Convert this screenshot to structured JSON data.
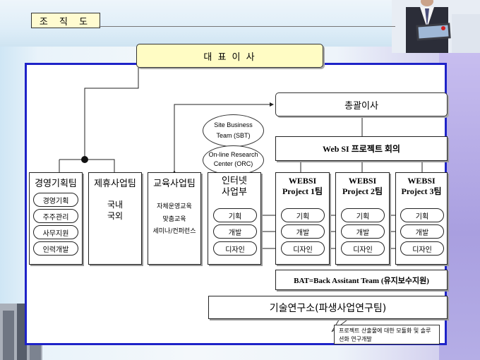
{
  "title": "조 직 도",
  "ceo": "대 표 이 사",
  "general_director": "총괄이사",
  "sbt": "Site Business Team (SBT)",
  "orc": "On-line Research Center (ORC)",
  "websi_meeting": "Web SI 프로젝트 회의",
  "departments": [
    {
      "name": "경영기획팀",
      "items": [
        "경영기획",
        "주주관리",
        "사무지원",
        "인력개발"
      ]
    },
    {
      "name": "제휴사업팀",
      "lines": [
        "국내",
        "국외"
      ]
    },
    {
      "name": "교육사업팀",
      "lines": [
        "자체운영교육",
        "맞춤교육",
        "세미나/컨퍼런스"
      ]
    },
    {
      "name": "인터넷사업부",
      "items": [
        "기획",
        "개발",
        "디자인"
      ]
    },
    {
      "name": "WEBSI Project 1팀",
      "items": [
        "기획",
        "개발",
        "디자인"
      ]
    },
    {
      "name": "WEBSI Project 2팀",
      "items": [
        "기획",
        "개발",
        "디자인"
      ]
    },
    {
      "name": "WEBSI Project 3팀",
      "items": [
        "기획",
        "개발",
        "디자인"
      ]
    }
  ],
  "bat": "BAT=Back Assitant Team (유지보수지원)",
  "lab": "기술연구소(파생사업연구팀)",
  "callout": "프로젝트 산출물에 대한 모듈화 및 솔루션화 연구개발",
  "colors": {
    "frame": "#1e23c8",
    "ceo_box": "#fffcc4",
    "title_box": "#fffbd0"
  }
}
